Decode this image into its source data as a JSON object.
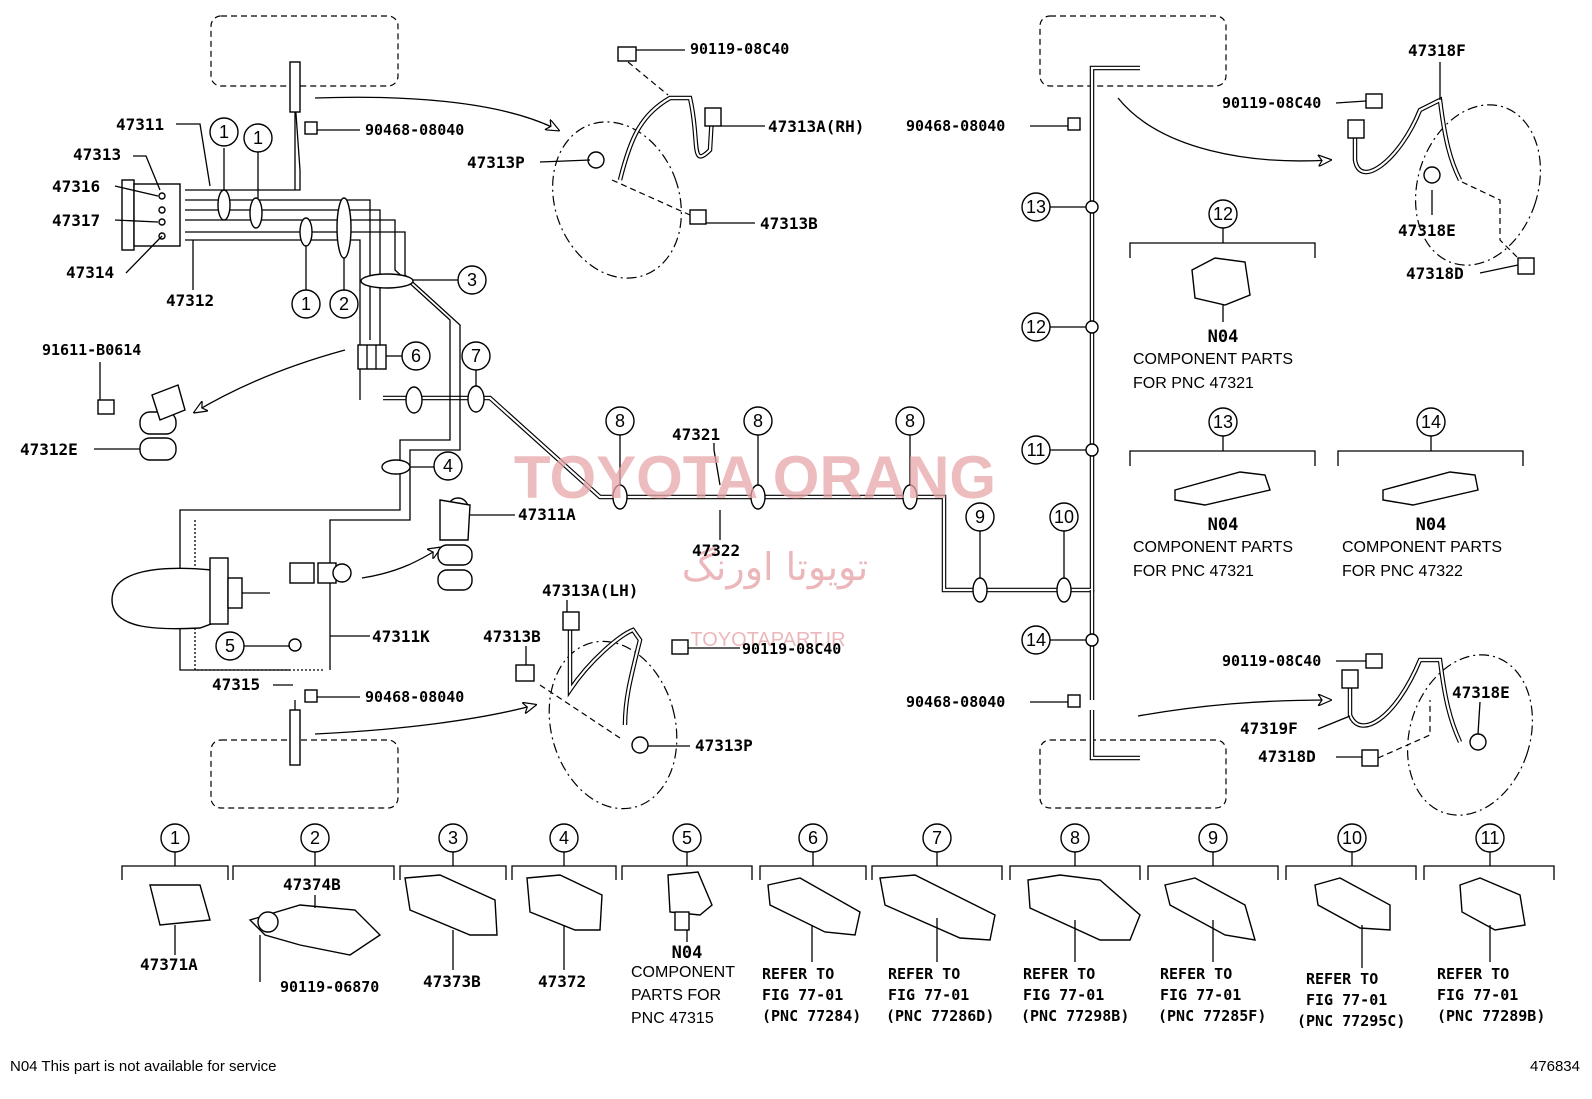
{
  "watermark": {
    "latin": "TOYOTA ORANG",
    "farsi": "تویوتا اورنگ",
    "url": "TOYOTAPART.IR"
  },
  "labels": {
    "p47311": "47311",
    "p47313": "47313",
    "p47316": "47316",
    "p47317": "47317",
    "p47314": "47314",
    "p47312": "47312",
    "p90468_tl": "90468-08040",
    "p90119_t": "90119-08C40",
    "p47313A_rh": "47313A(RH)",
    "p47313P_t": "47313P",
    "p47313B_t": "47313B",
    "p91611": "91611-B0614",
    "p47312E": "47312E",
    "p47311A": "47311A",
    "p47311K": "47311K",
    "p47315": "47315",
    "p90468_bl": "90468-08040",
    "p47313A_lh": "47313A(LH)",
    "p47313B_b": "47313B",
    "p90119_b": "90119-08C40",
    "p47313P_b": "47313P",
    "p47321": "47321",
    "p47322": "47322",
    "p90468_tr": "90468-08040",
    "p90468_br": "90468-08040",
    "p47318F": "47318F",
    "p90119_tr": "90119-08C40",
    "p47318E_t": "47318E",
    "p47318D_t": "47318D",
    "p90119_br": "90119-08C40",
    "p47319F": "47319F",
    "p47318E_b": "47318E",
    "p47318D_b": "47318D"
  },
  "callouts": {
    "c1": "1",
    "c2": "2",
    "c3": "3",
    "c4": "4",
    "c5": "5",
    "c6": "6",
    "c7": "7",
    "c8": "8",
    "c9": "9",
    "c10": "10",
    "c11": "11",
    "c12": "12",
    "c13": "13",
    "c14": "14"
  },
  "right_panels": {
    "p12": {
      "num": "12",
      "code": "N04",
      "line1": "COMPONENT PARTS",
      "line2": "FOR PNC 47321"
    },
    "p13": {
      "num": "13",
      "code": "N04",
      "line1": "COMPONENT PARTS",
      "line2": "FOR PNC 47321"
    },
    "p14": {
      "num": "14",
      "code": "N04",
      "line1": "COMPONENT PARTS",
      "line2": "FOR PNC 47322"
    }
  },
  "bottom_row": [
    {
      "num": "1",
      "label": "47371A"
    },
    {
      "num": "2",
      "label_top": "47374B",
      "label_bolt": "90119-06870"
    },
    {
      "num": "3",
      "label": "47373B"
    },
    {
      "num": "4",
      "label": "47372"
    },
    {
      "num": "5",
      "code": "N04",
      "line1": "COMPONENT",
      "line2": "PARTS FOR",
      "line3": "PNC 47315"
    },
    {
      "num": "6",
      "l1": "REFER TO",
      "l2": "FIG 77-01",
      "l3": "(PNC 77284)"
    },
    {
      "num": "7",
      "l1": "REFER TO",
      "l2": "FIG 77-01",
      "l3": "(PNC 77286D)"
    },
    {
      "num": "8",
      "l1": "REFER TO",
      "l2": "FIG 77-01",
      "l3": "(PNC 77298B)"
    },
    {
      "num": "9",
      "l1": "REFER TO",
      "l2": "FIG 77-01",
      "l3": "(PNC 77285F)"
    },
    {
      "num": "10",
      "l1": "REFER TO",
      "l2": "FIG 77-01",
      "l3": "(PNC 77295C)"
    },
    {
      "num": "11",
      "l1": "REFER TO",
      "l2": "FIG 77-01",
      "l3": "(PNC 77289B)"
    }
  ],
  "footer": {
    "note": "N04 This part is not available for service",
    "fig_id": "476834"
  }
}
